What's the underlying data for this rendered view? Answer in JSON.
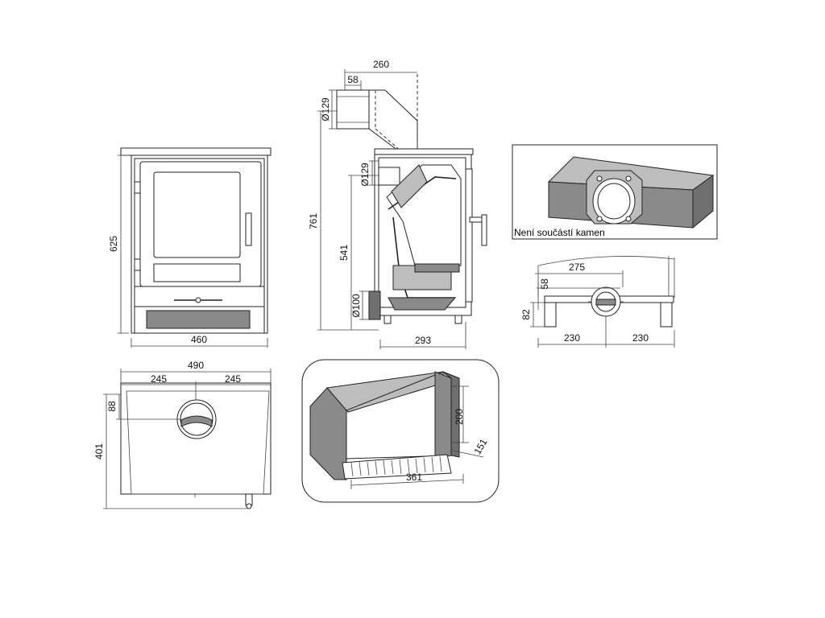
{
  "front_view": {
    "height": "625",
    "width": "460"
  },
  "side_view": {
    "flue_width": "260",
    "flue_offset": "58",
    "flue_diameter_top": "Ø129",
    "flue_diameter_rear": "Ø129",
    "total_height": "761",
    "rear_outlet_height": "541",
    "air_inlet_diameter": "Ø100",
    "depth": "293"
  },
  "top_view": {
    "width": "490",
    "half_left": "245",
    "half_right": "245",
    "flue_offset": "88",
    "depth": "401"
  },
  "accessory": {
    "caption": "Není součástí kamen"
  },
  "rear_detail": {
    "offset": "275",
    "small_offset": "58",
    "height": "82",
    "left_span": "230",
    "right_span": "230"
  },
  "firebox": {
    "height": "200",
    "depth": "151",
    "width": "361"
  }
}
